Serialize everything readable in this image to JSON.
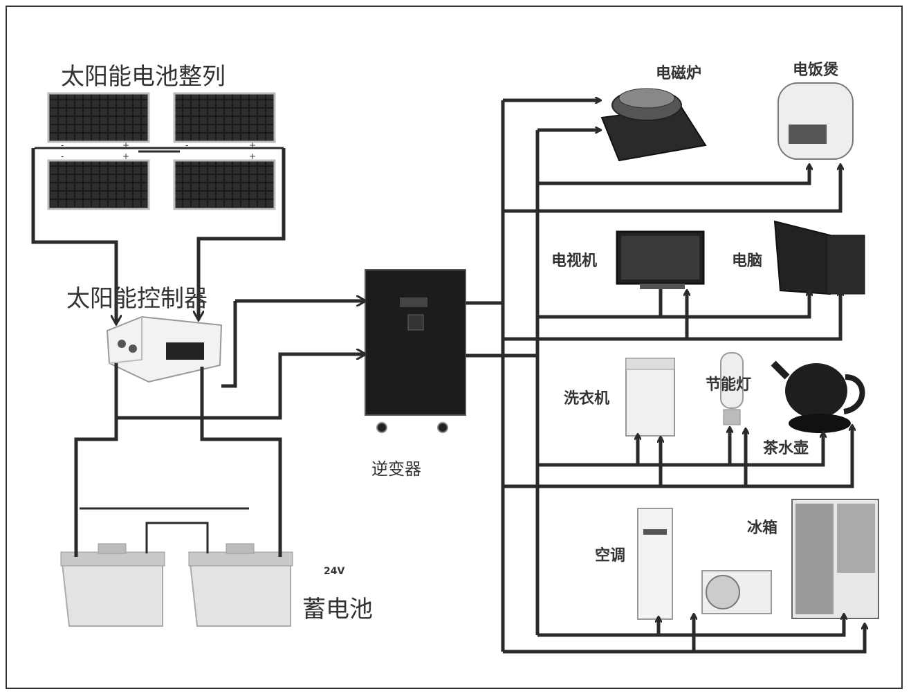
{
  "labels": {
    "solar_array": "太阳能电池整列",
    "controller": "太阳能控制器",
    "inverter": "逆变器",
    "battery": "蓄电池",
    "voltage": "24V",
    "induction_cooker": "电磁炉",
    "rice_cooker": "电饭煲",
    "tv": "电视机",
    "computer": "电脑",
    "washing_machine": "洗衣机",
    "lamp": "节能灯",
    "kettle": "茶水壶",
    "air_conditioner": "空调",
    "fridge": "冰箱"
  },
  "panel_signs": [
    "-",
    "+",
    "+",
    "-",
    "+",
    "-",
    "+"
  ]
}
